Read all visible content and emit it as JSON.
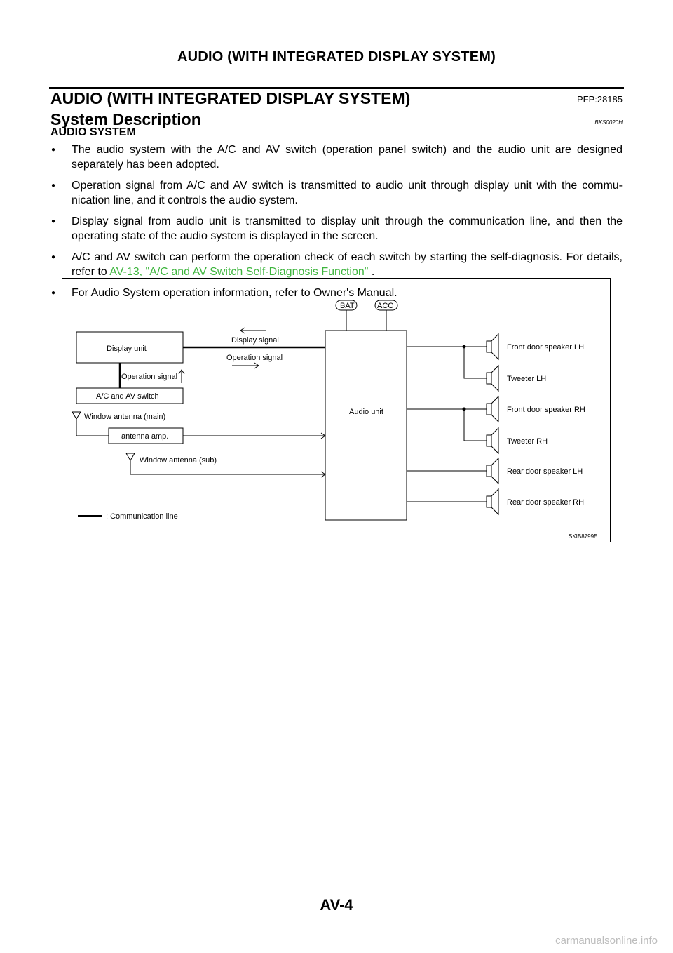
{
  "header": {
    "title": "AUDIO (WITH INTEGRATED DISPLAY SYSTEM)"
  },
  "section": {
    "title": "AUDIO (WITH INTEGRATED DISPLAY SYSTEM)",
    "pfp": "PFP:28185"
  },
  "subsection": {
    "title": "System Description",
    "code": "BKS0020H"
  },
  "heading": "AUDIO SYSTEM",
  "bullets": [
    {
      "text": "The audio system with the A/C and AV switch (operation panel switch) and the audio unit are designed separately has been adopted."
    },
    {
      "text": "Operation signal from A/C and AV switch is transmitted to audio unit through display unit with the commu-nication line, and it controls the audio system."
    },
    {
      "text": "Display signal from audio unit is transmitted to display unit through the communication line, and then the operating state of the audio system is displayed in the screen."
    },
    {
      "text_before": "A/C and AV switch can perform the operation check of each switch by starting the self-diagnosis. For details, refer to ",
      "link": "AV-13, \"A/C and AV Switch Self-Diagnosis Function\"",
      "text_after": " ."
    },
    {
      "text": "For Audio System operation information, refer to Owner's Manual."
    }
  ],
  "diagram": {
    "bat": "BAT",
    "acc": "ACC",
    "display_unit": "Display unit",
    "display_signal": "Display  signal",
    "operation_signal_top": "Operation signal",
    "operation_signal_left": "Operation signal",
    "ac_av_switch": "A/C and AV switch",
    "window_antenna_main": "Window antenna (main)",
    "antenna_amp": "antenna amp.",
    "window_antenna_sub": "Window antenna (sub)",
    "audio_unit": "Audio unit",
    "speakers": [
      "Front door speaker LH",
      "Tweeter LH",
      "Front door speaker RH",
      "Tweeter RH",
      "Rear door speaker LH",
      "Rear door speaker RH"
    ],
    "legend": ":  Communication line",
    "figure_code": "SKIB8799E"
  },
  "footer": {
    "page": "AV-4"
  },
  "watermark": "carmanualsonline.info"
}
